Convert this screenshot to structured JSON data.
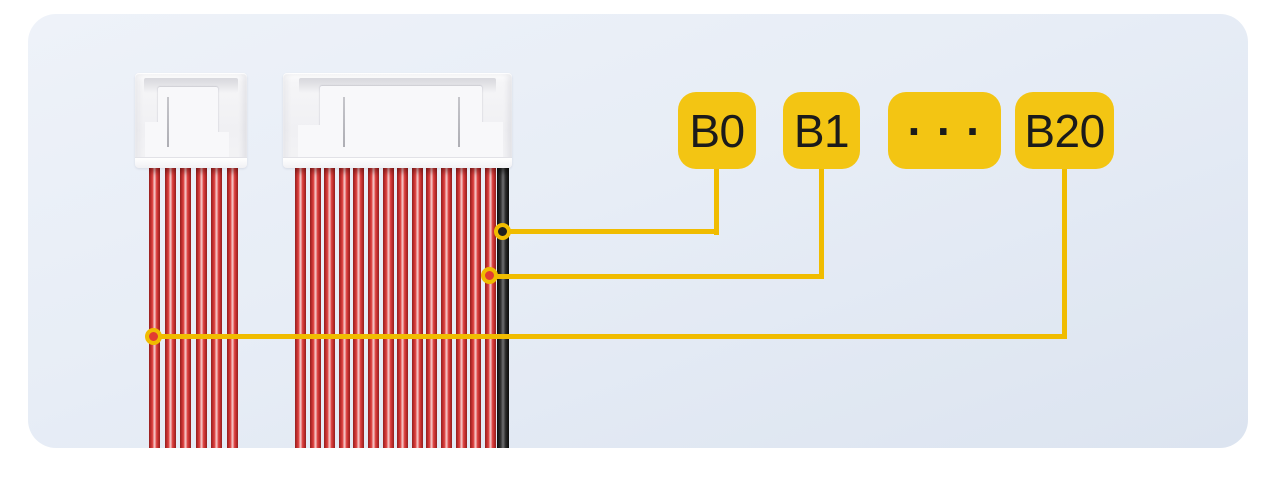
{
  "figure": {
    "type": "wiring-callout-diagram",
    "badges": [
      {
        "label": "B0"
      },
      {
        "label": "B1"
      },
      {
        "label": "···"
      },
      {
        "label": "B20"
      }
    ],
    "connectors": [
      {
        "name": "small connector",
        "red_wires": 6
      },
      {
        "name": "large connector",
        "red_wires": 14,
        "black_wires": 1
      }
    ],
    "callouts": [
      {
        "label": "B0",
        "target": "black wire of large connector"
      },
      {
        "label": "B1",
        "target": "last red wire of large connector"
      },
      {
        "label": "B20",
        "target": "first red wire of small connector"
      }
    ],
    "colors": {
      "badge_yellow": "#F3C513",
      "line_yellow": "#F0BC00",
      "wire_red": "#C22F2E",
      "wire_black": "#1A1A1A",
      "callout_dot_red": "#E23B32",
      "callout_dot_black": "#1E1E1E",
      "panel_top": "#EEF2F9",
      "panel_bottom": "#DCE4F0",
      "label_text": "#1B1B1B"
    }
  }
}
